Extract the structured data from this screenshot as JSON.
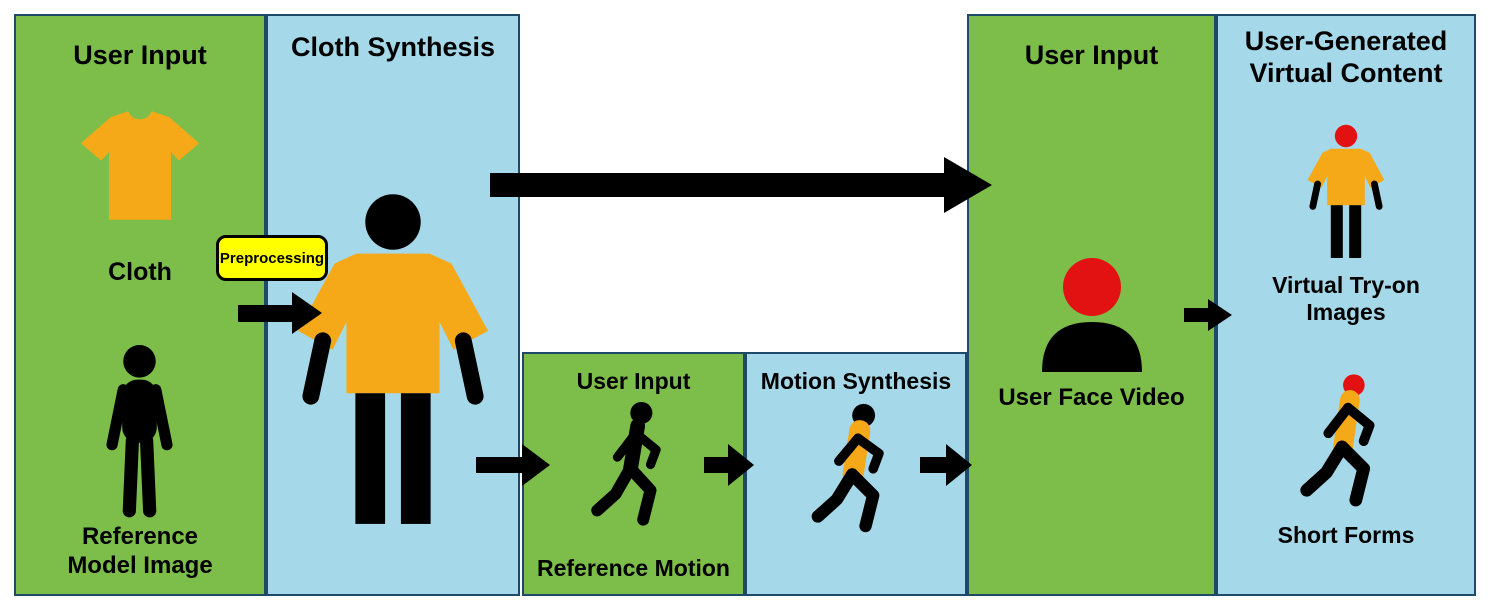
{
  "diagram": {
    "panels": {
      "cloth_input": {
        "title": "User Input",
        "cloth_label": "Cloth",
        "model_label": "Reference\nModel Image"
      },
      "cloth_synthesis": {
        "title": "Cloth Synthesis"
      },
      "motion_input": {
        "title": "User Input",
        "label": "Reference Motion"
      },
      "motion_synthesis": {
        "title": "Motion Synthesis"
      },
      "face_input": {
        "title": "User Input",
        "label": "User Face Video"
      },
      "virtual_content": {
        "title": "User-Generated\nVirtual Content",
        "tryon_label": "Virtual Try-on\nImages",
        "shortforms_label": "Short Forms"
      }
    },
    "preprocessing_label": "Preprocessing"
  },
  "colors": {
    "panel_green": "#7DBE4A",
    "panel_blue": "#A5D9E9",
    "panel_border": "#1F4968",
    "shirt_orange": "#F5A818",
    "box_yellow": "#FFFF00",
    "head_red": "#E31212",
    "arrow_black": "#000000"
  },
  "icons": {
    "tshirt-icon": "orange t-shirt",
    "person-icon": "black standing person silhouette",
    "person-cloth-icon": "person wearing synthesized cloth",
    "walking-person-icon": "black walking person",
    "walking-person-cloth-icon": "walking person wearing cloth",
    "user-face-icon": "person bust with red face",
    "tryon-person-icon": "standing person with red face wearing cloth",
    "shortform-person-icon": "walking person with red face wearing cloth"
  }
}
